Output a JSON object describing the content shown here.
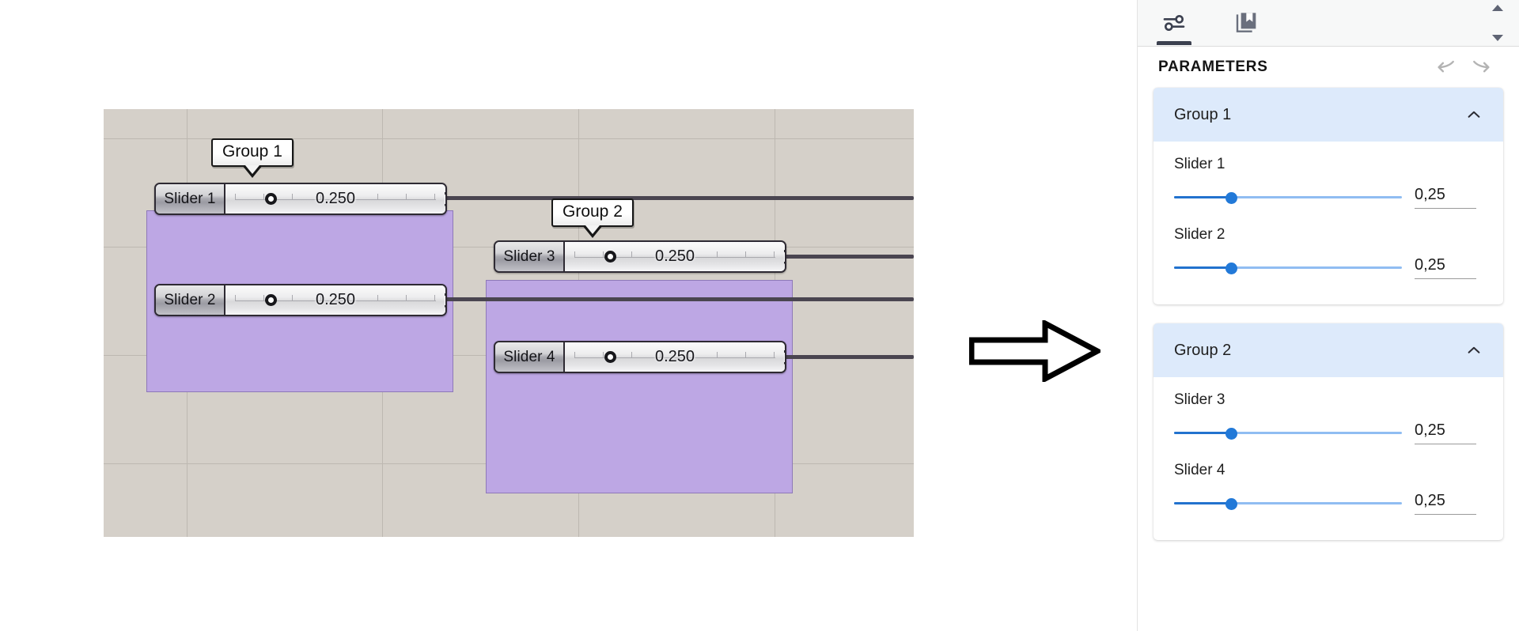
{
  "canvas": {
    "name": "grasshopper-canvas",
    "background_color": "#d5d0c9",
    "grid_color": "#bdb8b1",
    "group_color": "#bda7e4",
    "wire_color": "#4a4550",
    "groups": [
      {
        "label": "Group 1",
        "sliders": [
          {
            "name": "Slider 1",
            "value": "0.250"
          },
          {
            "name": "Slider 2",
            "value": "0.250"
          }
        ]
      },
      {
        "label": "Group 2",
        "sliders": [
          {
            "name": "Slider 3",
            "value": "0.250"
          },
          {
            "name": "Slider 4",
            "value": "0.250"
          }
        ]
      }
    ]
  },
  "arrow": {
    "name": "right-arrow",
    "direction": "right",
    "color": "#000000"
  },
  "panel": {
    "tabs": [
      {
        "icon": "sliders-icon",
        "label": "",
        "active": true
      },
      {
        "icon": "book-icon",
        "label": "",
        "active": false
      }
    ],
    "spinner": {
      "up_icon": "triangle-up-icon",
      "down_icon": "triangle-down-icon"
    },
    "header": {
      "title": "PARAMETERS",
      "undo_icon": "undo-icon",
      "redo_icon": "redo-icon"
    },
    "accent_color": "#2279d8",
    "group_header_color": "#ddeafb",
    "groups": [
      {
        "title": "Group 1",
        "collapse_icon": "chevron-up-icon",
        "expanded": true,
        "params": [
          {
            "label": "Slider 1",
            "value": "0,25",
            "percent": 25
          },
          {
            "label": "Slider 2",
            "value": "0,25",
            "percent": 25
          }
        ]
      },
      {
        "title": "Group 2",
        "collapse_icon": "chevron-up-icon",
        "expanded": true,
        "params": [
          {
            "label": "Slider 3",
            "value": "0,25",
            "percent": 25
          },
          {
            "label": "Slider 4",
            "value": "0,25",
            "percent": 25
          }
        ]
      }
    ]
  }
}
